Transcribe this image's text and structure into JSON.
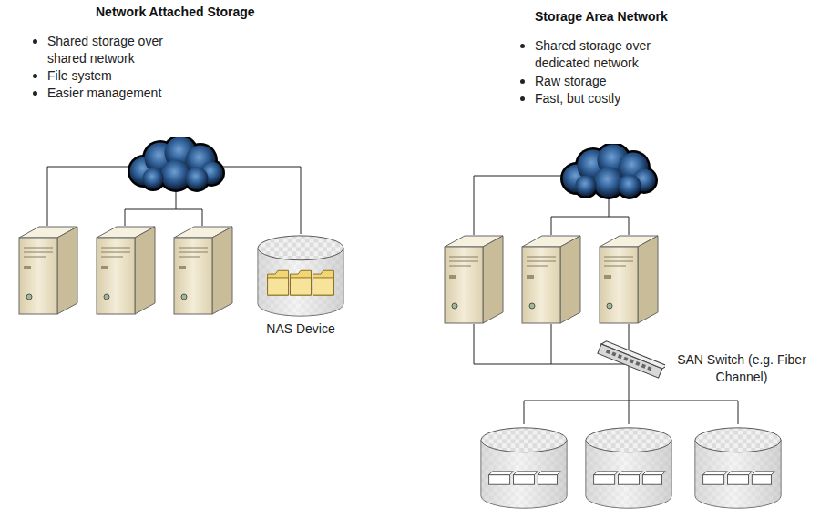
{
  "diagram": {
    "nodes": [
      {
        "text": [
          "NAS Device"
        ]
      },
      {
        "text": [
          "SAN Switch (e.g. Fiber Channel)"
        ]
      }
    ],
    "labels": [
      "Network Attached Storage",
      "Shared storage over shared network",
      "File system",
      "Easier management",
      "Storage Area Network",
      "Shared storage over dedicated network",
      "Raw storage",
      "Fast, but costly"
    ]
  }
}
